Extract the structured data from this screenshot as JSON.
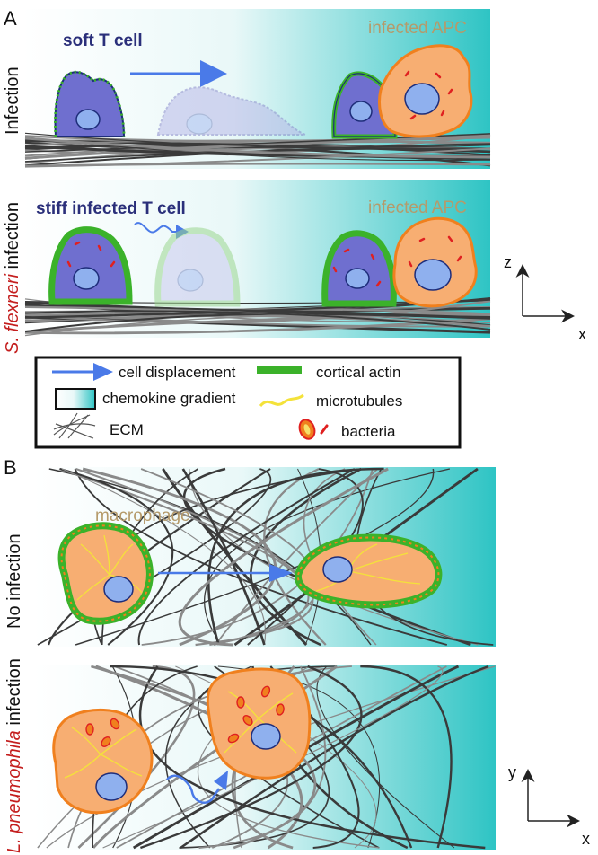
{
  "panel_a": {
    "letter": "A",
    "row1": {
      "side_label": "Infection",
      "cell_label": "soft T cell",
      "apc_label": "infected APC"
    },
    "row2": {
      "side_label_italic": "S. flexneri",
      "side_label_rest": " infection",
      "cell_label": "stiff infected T cell",
      "apc_label": "infected APC"
    },
    "axes": {
      "vertical": "z",
      "horizontal": "x"
    }
  },
  "legend": {
    "items": [
      {
        "label": "cell displacement",
        "icon": "blue-arrow-icon"
      },
      {
        "label": "chemokine gradient",
        "icon": "gradient-box-icon"
      },
      {
        "label": "ECM",
        "icon": "ecm-fibers-icon"
      },
      {
        "label": "cortical actin",
        "icon": "green-bar-icon"
      },
      {
        "label": "microtubules",
        "icon": "yellow-wave-icon"
      },
      {
        "label": "bacteria",
        "icon": "bacteria-icon"
      }
    ]
  },
  "panel_b": {
    "letter": "B",
    "row1": {
      "side_label": "No infection",
      "cell_label": "macrophage"
    },
    "row2": {
      "side_label_italic": "L. pneumophila",
      "side_label_rest": " infection"
    },
    "axes": {
      "vertical": "y",
      "horizontal": "x"
    }
  },
  "colors": {
    "teal": "#2ec4c4",
    "t_cell": "#6f6fcf",
    "actin": "#3bb22a",
    "apc": "#f7ae72",
    "apc_outline": "#f0801e",
    "arrow": "#4a7ae8",
    "bacteria": "#e02020",
    "microtubule": "#f4e23a",
    "label_tan": "#b59a6a",
    "label_navy": "#2a2f7a",
    "red_text": "#c41e1e"
  }
}
